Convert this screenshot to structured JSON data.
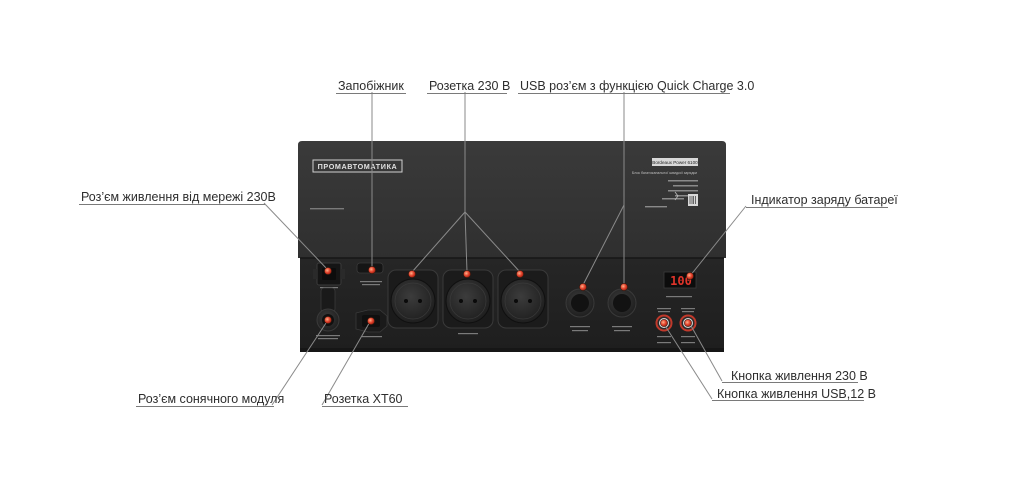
{
  "callouts": {
    "fuse": "Запобіжник",
    "socket_230": "Розетка 230 В",
    "usb_qc": "USB роз’єм з функцією Quick Charge 3.0",
    "mains_input": "Роз’єм живлення від мережі 230В",
    "battery_indicator": "Індикатор заряду батареї",
    "solar_connector": "Роз’єм сонячного модуля",
    "xt60_socket": "Розетка XT60",
    "power_button_230": "Кнопка живлення 230 В",
    "power_button_usb12": "Кнопка живлення USB,12 В"
  },
  "device": {
    "brand_logo": "ПРОМАВТОМАТИКА",
    "model": "Bordeaux Power 6100",
    "subtitle": "Блок багатоканальної швидкої зарядки",
    "display_value": "100",
    "marker_color": "#e0342a",
    "body_color": "#2e2e2e",
    "panel_color": "#242424"
  }
}
